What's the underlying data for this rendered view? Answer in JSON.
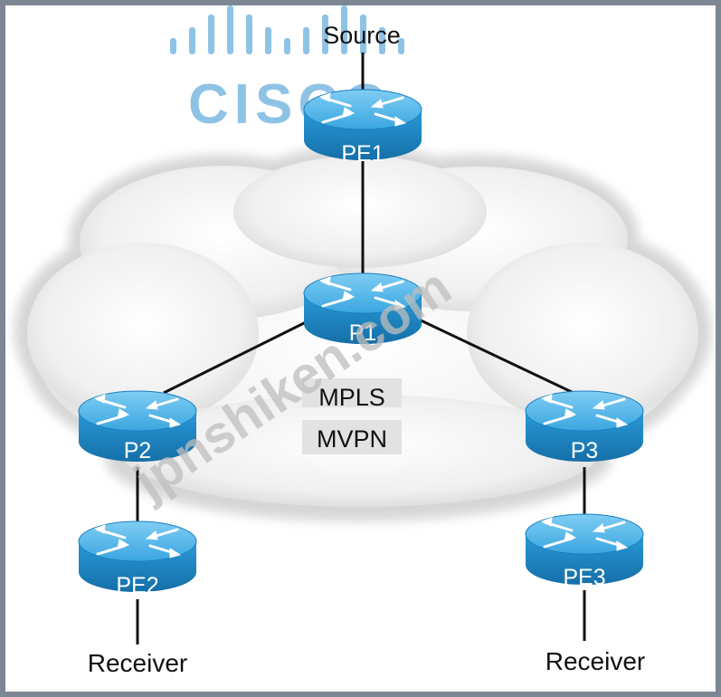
{
  "logo": {
    "text": "CISCO"
  },
  "watermark": {
    "text": "jpnshiken.com"
  },
  "cloud": {
    "line1": "MPLS",
    "line2": "MVPN"
  },
  "source_label": "Source",
  "routers": [
    {
      "id": "pe1",
      "label": "PE1"
    },
    {
      "id": "p1",
      "label": "P1"
    },
    {
      "id": "p2",
      "label": "P2"
    },
    {
      "id": "p3",
      "label": "P3"
    },
    {
      "id": "pe2",
      "label": "PE2"
    },
    {
      "id": "pe3",
      "label": "PE3"
    }
  ],
  "receivers": [
    {
      "id": "left",
      "label": "Receiver"
    },
    {
      "id": "right",
      "label": "Receiver"
    }
  ],
  "colors": {
    "router_top": "#4fb4e8",
    "router_side": "#1f8ccb",
    "cloud": "#efefef",
    "link": "#111111",
    "logo": "#8fc3e6"
  }
}
